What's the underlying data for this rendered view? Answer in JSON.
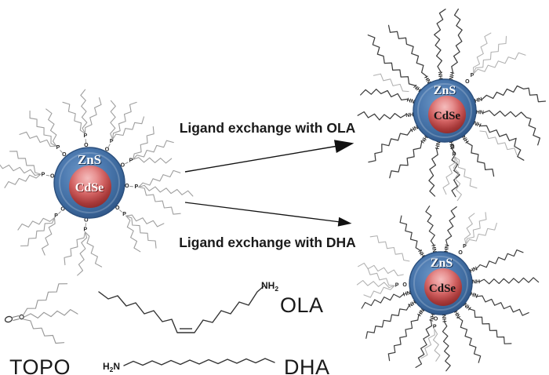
{
  "figure_labels": {
    "arrow_ola": "Ligand exchange with OLA",
    "arrow_dha": "Ligand exchange with DHA"
  },
  "particles": {
    "left": {
      "shell": "ZnS",
      "core": "CdSe"
    },
    "top_right": {
      "shell": "ZnS",
      "core": "CdSe"
    },
    "bottom_right": {
      "shell": "ZnS",
      "core": "CdSe"
    }
  },
  "site_labels": {
    "oxygen": "O",
    "phosphorus": "P",
    "amine": "NH",
    "amine_alt": "HN"
  },
  "molecules": {
    "topo": {
      "name": "TOPO"
    },
    "ola": {
      "name": "OLA",
      "amine_pre": "NH",
      "amine_sub": "2",
      "amine_post": ""
    },
    "dha": {
      "name": "DHA",
      "amine_pre": "H",
      "amine_sub": "2",
      "amine_post": "N"
    }
  },
  "colors": {
    "shell_blue": "#3f6da3",
    "shell_rim": "#2b4f7d",
    "core_red": "#c04848",
    "chain_gray": "#9e9e9e",
    "chain_dark": "#3d3d3d",
    "chain_light": "#b0b0b0",
    "text": "#1a1a1a"
  }
}
